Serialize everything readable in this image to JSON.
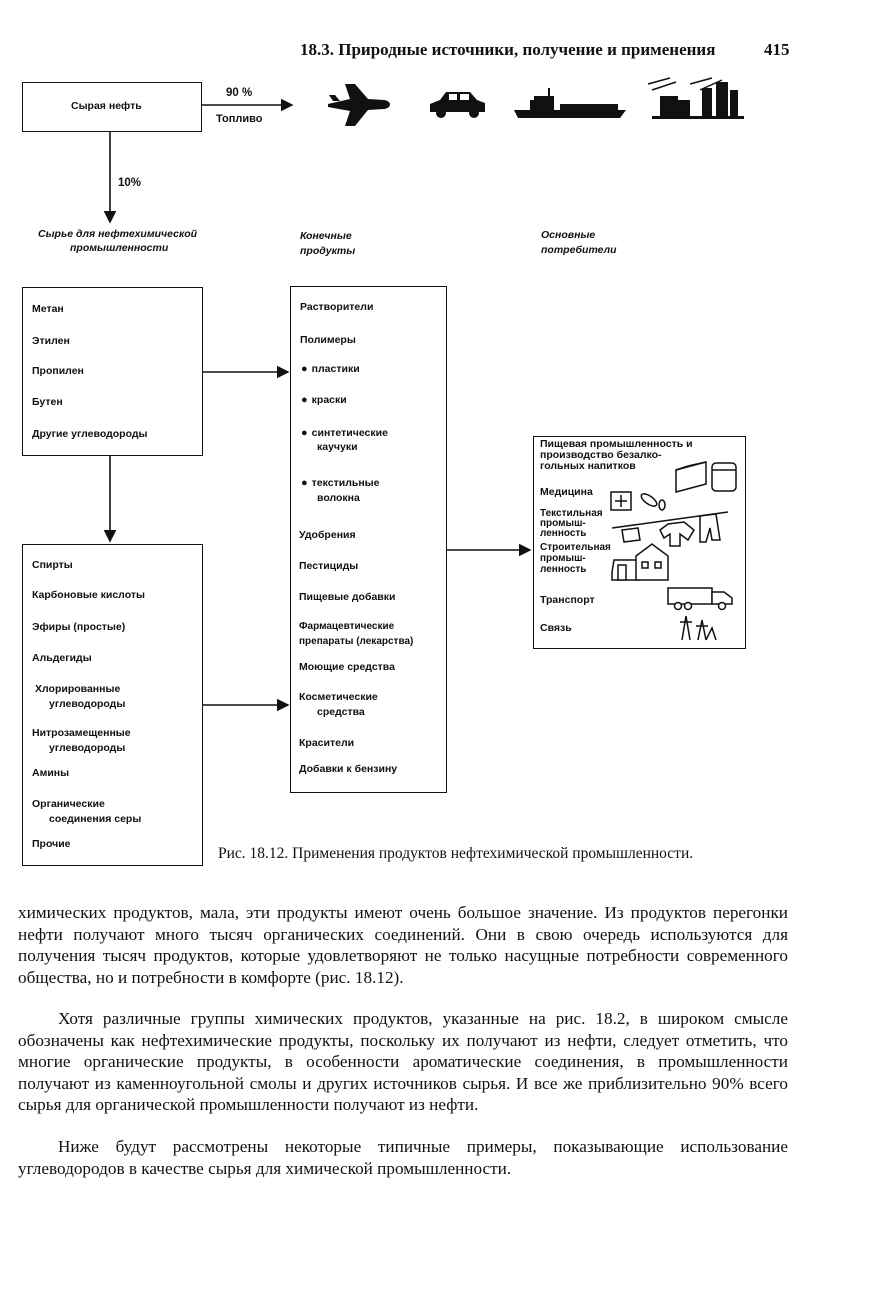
{
  "header": {
    "section_title": "18.3. Природные источники, получение и применения",
    "page_number": "415"
  },
  "figure": {
    "crude_oil": "Сырая нефть",
    "fuel_percent": "90 %",
    "fuel_label": "Топливо",
    "feedstock_percent": "10%",
    "feedstock_heading": [
      "Сырье для нефтехимической",
      "промышленности"
    ],
    "products_heading": [
      "Конечные",
      "продукты"
    ],
    "consumers_heading": [
      "Основные",
      "потребители"
    ],
    "primary_feedstock": [
      "Метан",
      "Этилен",
      "Пропилен",
      "Бутен",
      "Другие углеводороды"
    ],
    "derived_feedstock": [
      "Спирты",
      "Карбоновые кислоты",
      "Эфиры (простые)",
      "Альдегиды",
      "Хлорированные",
      "углеводороды",
      "Нитрозамещенные",
      "углеводороды",
      "Амины",
      "Органические",
      "соединения серы",
      "Прочие"
    ],
    "end_products": [
      "Растворители",
      "Полимеры",
      "пластики",
      "краски",
      "синтетические",
      "каучуки",
      "текстильные",
      "волокна",
      "Удобрения",
      "Пестициды",
      "Пищевые добавки",
      "Фармацевтические",
      "препараты (лекарства)",
      "Моющие средства",
      "Косметические",
      "средства",
      "Красители",
      "Добавки к бензину"
    ],
    "consumers": [
      "Пищевая промышленность и",
      "производство безалко-",
      "гольных напитков",
      "Медицина",
      "Текстильная",
      "промыш-",
      "ленность",
      "Строительная",
      "промыш-",
      "ленность",
      "Транспорт",
      "Связь"
    ],
    "caption": "Рис. 18.12. Применения продуктов нефтехимической промышленности."
  },
  "body_text": [
    "химических продуктов, мала, эти продукты имеют очень большое значение. Из продуктов перегонки нефти получают много тысяч органических соединений. Они в свою очередь используются для получения тысяч продуктов, которые удовлетворяют не только насущные потребности современного общества, но и потребности в комфорте (рис. 18.12).",
    "Хотя различные группы химических продуктов, указанные на рис. 18.2, в широком смысле обозначены как нефтехимические продукты, поскольку их получают из нефти, следует отметить, что многие органические продукты, в особенности ароматические соединения, в промышленности получают из каменноугольной смолы и других источников сырья. И все же приблизительно 90% всего сырья для органической промышленности получают из нефти.",
    "Ниже будут рассмотрены некоторые типичные примеры, показывающие использование углеводородов в качестве сырья для химической промышленности."
  ]
}
